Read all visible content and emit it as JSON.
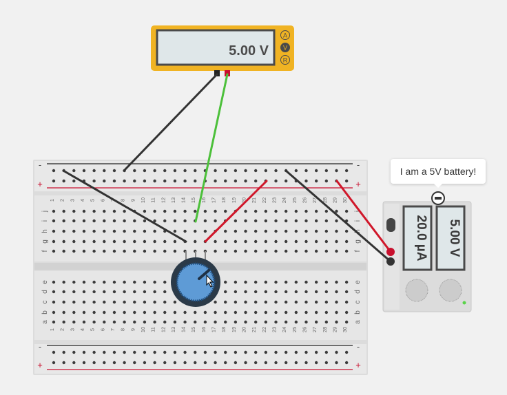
{
  "multimeter": {
    "reading": "5.00 V",
    "modes": [
      "A",
      "V",
      "R"
    ],
    "active_mode": "V",
    "body_color": "#f0b323"
  },
  "power_supply": {
    "current_display": "20.0 µA",
    "voltage_display": "5.00 V",
    "tooltip": "I am a 5V battery!"
  },
  "breadboard": {
    "rows_top": [
      "j",
      "i",
      "h",
      "g",
      "f"
    ],
    "rows_bottom": [
      "e",
      "d",
      "c",
      "b",
      "a"
    ],
    "columns": [
      "1",
      "2",
      "3",
      "4",
      "5",
      "6",
      "7",
      "8",
      "9",
      "10",
      "11",
      "12",
      "13",
      "14",
      "15",
      "16",
      "17",
      "18",
      "19",
      "20",
      "21",
      "22",
      "23",
      "24",
      "25",
      "26",
      "27",
      "28",
      "29",
      "30"
    ],
    "rail_minus": "-",
    "rail_plus": "+"
  },
  "colors": {
    "wire_black": "#333333",
    "wire_red": "#d0172a",
    "wire_green": "#4cc03a",
    "pot_blue": "#5e9bd6"
  }
}
